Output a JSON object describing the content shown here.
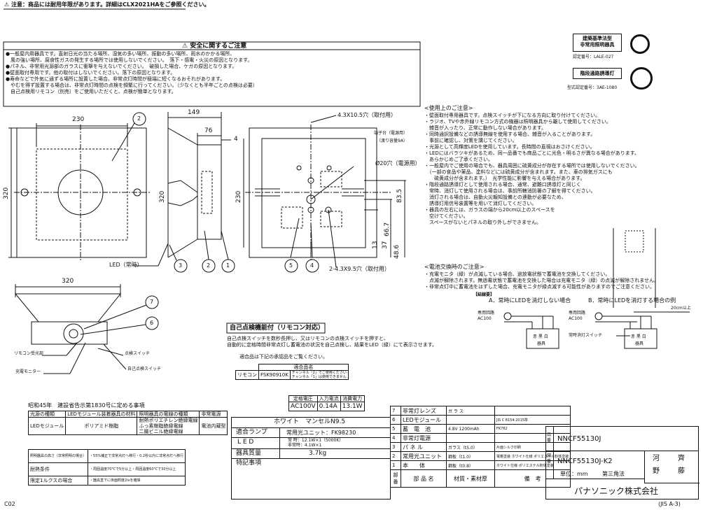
{
  "top_notice": "注意：商品には耐用年限があります。詳細はCLX2021HAをご参照ください。",
  "safety": {
    "title": "安全に関するご注意",
    "lines": [
      "●一般屋内用器具です。直射日光の当たる場所、湿気の多い場所、振動の多い場所、雨水のかかる場所、",
      "　風の強い場所、腐食性ガスの発生する場所では使用しないでください。　落下・感電・火災の原因となります。",
      "●パネル、非常用光源部のガラスに衝撃を与えないでください。　破損した場合、ケガの原因となります。",
      "●壁面取付専用です。他の取付はしないでください。落下の原因となります。",
      "●寿命などで外気に通ずる場所に設置した場合、非常点灯時間が極端に短くなるおそれがあります。",
      "　やむを得ず設置する場合は、非常点灯時間の点検を頻繁に行ってください。（少なくとも半年ごとの点検は必要）",
      "　自己点検用リモコン（別売）をご使用いただくと、点検が簡単となります。"
    ]
  },
  "certs": {
    "box1_line1": "建築基準法型",
    "box1_line2": "非常用照明器具",
    "cert1_no": "認定番号：LALE-027",
    "box2": "階段通路誘導灯",
    "cert2_no": "型式認定番号：3AE-1080"
  },
  "dims": {
    "d230": "230",
    "d320": "320",
    "d149": "149",
    "d76": "76",
    "d4": "4",
    "d230v": "230",
    "d320h": "320",
    "hole1": "4.3X10.5穴（取付用）",
    "terminal1": "端子台（電源用）",
    "terminal2": "（渡り容量9A）",
    "phi20": "Ø20穴（電源用）",
    "v66": "66.7",
    "v83": "83.5",
    "v13": "13",
    "v37": "37",
    "v48": "48.6",
    "hole2": "2-4.3X9.5穴（取付用）",
    "led_label": "LED（常時）"
  },
  "callouts": [
    "2",
    "3",
    "2",
    "1",
    "5",
    "4",
    "7",
    "6"
  ],
  "side_labels": {
    "remote_rx": "リモコン受光部",
    "charge_mon": "充電モニター",
    "check_sw": "点検スイッチ",
    "self_check_sw": "自己点検スイッチ"
  },
  "usage": {
    "title": "<使用上のご注意>",
    "lines": [
      "・壁面取付専用器具です。点検スイッチが下になる方向に取り付けてください。",
      "・ラジオ、TVや赤外線リモコン方式の機器は照明器具から離して使用してください。",
      "　雑音が入ったり、正常に動作しない場合があります。",
      "・同時通訳設備などの誘導無線を使用する場合、雑音が入ることがあります。",
      "　事前に確認し、対策を講じてください。",
      "・光源として高輝度LEDを使用しています。長時間の直視はおさけください。",
      "・LEDにはバラツキがあるため、同一品番でも商品ごとに光色・明るさが異なる場合があります。",
      "　あらかじめご了承ください。",
      "・一般屋内でご使用の場合でも、器具周囲に硫黄成分が存在する場所では使用しないでください。",
      "　（一部の食品や薬品、塗料などには硫黄成分が含まれます。また、車の排気ガスにも",
      "　　硫黄成分が含まれます。）　光学性能に影響を与える場合があります。",
      "・階段通路誘導灯として使用される場合、通常、避難口誘導灯と同じく",
      "　常時、消灯して使用される場合は、事前所轄消防署の了解を得てください。",
      "　消灯される場合は、自動火災報知設備との連動が必要なため、",
      "　誘導灯用信号装置等を用いて消灯してください。",
      "・器具の左右には、ガラスの端から20cm以上のスペースを",
      "　空けてください。",
      "　スペースがないとパネルの取り外しができません。"
    ],
    "space_label": "20cm以上"
  },
  "battery": {
    "title": "<電池交換時のご注意>",
    "lines": [
      "・充電モニタ（緑）が点滅している場合、過放電状態で蓄電池を交換してください。",
      "　点滅が解除されます。無過電状態で蓄電池を交換した場合は充電モニタ（緑）の点滅が解除されません。",
      "・非常点灯中に蓄電池をはずした場合、充電モニタが緑点滅する可能性がありますのでご注意ください。"
    ]
  },
  "wiring": {
    "title": "【結線要】",
    "a_title": "A．常時にLEDを消灯しない場合",
    "b_title": "B．常時にLEDを消灯する場合の例",
    "source": "専用回路",
    "ac": "AC100",
    "a_terms": "赤 黒 白",
    "a_label": "器具",
    "b_switch": "常時消灯スイッチ",
    "b_terms": "赤 黒 白",
    "b_label": "器具"
  },
  "remote": {
    "title": "自己点検機能付（リモコン対応）",
    "line1": "自己点検スイッチを数秒長押し、又はリモコンの点検スイッチを押すと、",
    "line2": "自動的に定格時間非常点灯し蓄電池の状況を自己点検し、結果をLED（緑）にて表示させます。",
    "approved": "適合品は下記の承認品をご覧ください。",
    "tbl_head": "適合品名",
    "tbl_col1": "リモコン",
    "tbl_col2": "FSK90910K",
    "tbl_col3": "チャンネル「2」でご使用ください",
    "tbl_col4": "チャンネル「1」は使用できません"
  },
  "regulation": {
    "title": "昭和45年　建設省告示第1830号に定める事項",
    "h1": "光源の種類",
    "h2": "LEDモジュール装着器具の材料",
    "h3": "照明器具の電線の種類",
    "h4": "非常電源",
    "r1": "LEDモジュール",
    "r2": "ポリアミド樹脂",
    "r3a": "耐熱ポリエチレン絶縁電線",
    "r3b": "ふっ素樹脂絶縁電線",
    "r3c": "二層ビニル絶縁電線",
    "r4": "電池内蔵型",
    "g1": "照明器具の高さ（非常照明の場合）",
    "g1v": "・55%補正で非常点灯へ移行・0.2秒以内に非常点灯へ移行",
    "g2": "耐熱条件",
    "g2v": "・周囲温度70℃で5分以上・周囲温度60℃で30分以上",
    "g3": "限定1ルクスの場合",
    "g3v": "・器具直下に床面照度2lxを確保"
  },
  "spec": {
    "h_voltage": "定格電圧",
    "h_current": "入力電流",
    "h_power": "消費電力",
    "voltage": "AC100V",
    "current": "0.14A",
    "power": "13.1W",
    "finish": "ホワイト　マンセルN9.5",
    "l_lamp": "適合ランプ",
    "lamp": "常用光ユニット：FK98230",
    "l_led": "L E D",
    "led1": "常 時：12.1W×1（5000K）",
    "led2": "非常時：4.1W×1",
    "l_weight": "器具質量",
    "weight": "3.7kg",
    "l_notes": "特記事項",
    "parts": [
      {
        "no": "7",
        "name": "非常灯レンズ",
        "mat": "ガ ラ ス",
        "memo": ""
      },
      {
        "no": "6",
        "name": "LEDモジュール",
        "mat": "",
        "memo": "JIS C 8154:2015準"
      },
      {
        "no": "5",
        "name": "蓄　電　池",
        "mat": "4.8V 1200mAh",
        "memo": "FK762"
      },
      {
        "no": "4",
        "name": "非常灯電源",
        "mat": "",
        "memo": ""
      },
      {
        "no": "3",
        "name": "パ ネ ル",
        "mat": "ガラス（t5.0）",
        "memo": "片面シルク印刷"
      },
      {
        "no": "2",
        "name": "常用光ユニット",
        "mat": "鋼板（t1.0）",
        "memo": "電着塗装 ホワイト仕様 ポリエステル粉体塗装"
      },
      {
        "no": "1",
        "name": "本　　体",
        "mat": "鋼板（t0.8）",
        "memo": "ホワイト仕様 ポリエステル粉体塗装"
      }
    ],
    "h_no": "部番",
    "h_name": "部 品 名",
    "h_mat": "材質・素材厚",
    "h_memo": "備　考",
    "l_hinban": "品番",
    "hinban": "NNCF55130J",
    "l_zuban": "図番",
    "zuban": "NNCF55130J-K2",
    "unit": "単位：mm",
    "method": "第三角法",
    "sign1": "河",
    "sign2": "齊",
    "sign3": "野",
    "sign4": "藤",
    "company": "パナソニック株式会社"
  },
  "footer_left": "C02",
  "footer_right": "(JIS A-3)"
}
